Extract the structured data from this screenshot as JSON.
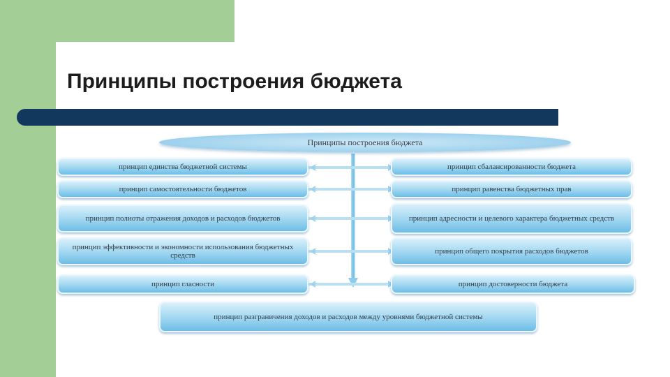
{
  "slide": {
    "title": "Принципы построения бюджета",
    "colors": {
      "accent_green": "#a3cf96",
      "title_bar": "#12385d",
      "pill_blue": "#9fd6f0"
    }
  },
  "diagram": {
    "header": "Принципы построения бюджета",
    "left": [
      "принцип единства бюджетной системы",
      "принцип самостоятельности бюджетов",
      "принцип полноты отражения доходов и расходов бюджетов",
      "принцип эффективности и экономности использования бюджетных средств",
      "принцип гласности"
    ],
    "right": [
      "принцип сбалансированности бюджета",
      "принцип равенства бюджетных прав",
      "принцип адресности и целевого характера бюджетных средств",
      "принцип общего покрытия расходов бюджетов",
      "принцип достоверности бюджета"
    ],
    "bottom": "принцип разграничения доходов и расходов между уровнями бюджетной системы"
  }
}
